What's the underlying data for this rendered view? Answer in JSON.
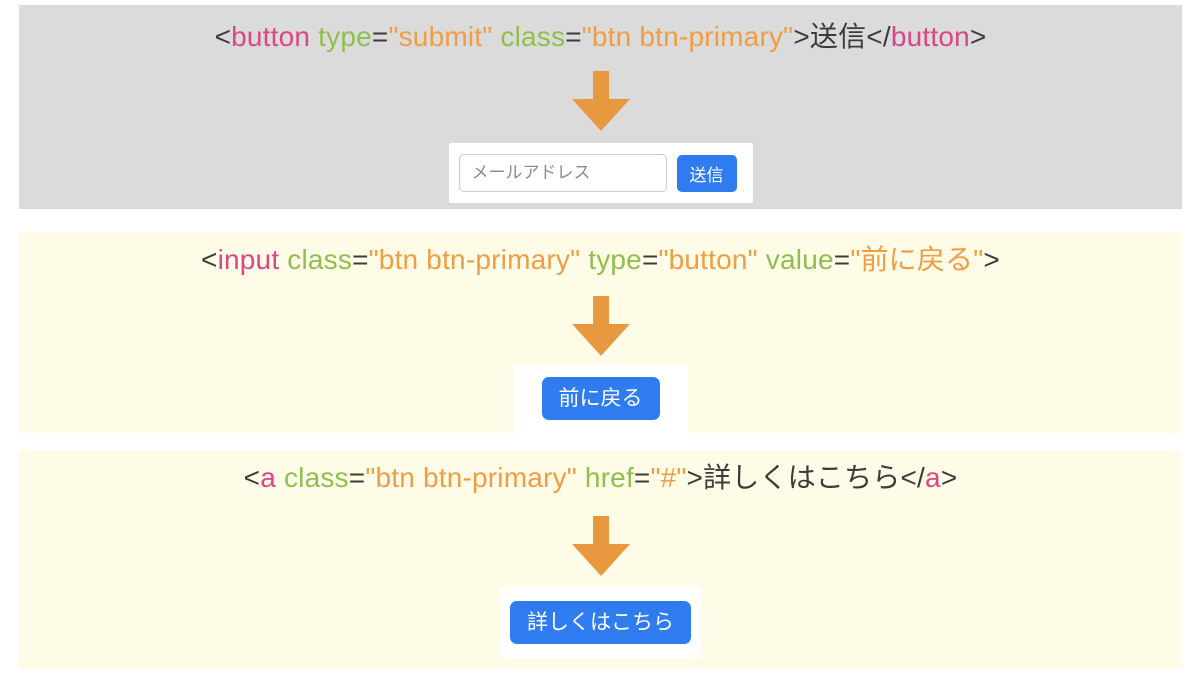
{
  "colors": {
    "tag_pink": "#d9478a",
    "attr_green": "#8fbf4d",
    "value_orange": "#f09d44",
    "code_text": "#3b3b3b",
    "arrow_orange": "#e8993f",
    "button_blue": "#2e7cf0",
    "panel_gray": "#dbdbdb",
    "panel_yellow": "#fefce7",
    "input_border": "#cccccc",
    "placeholder_gray": "#8b8b8b"
  },
  "panels": [
    {
      "name": "button-tag-demo",
      "code": [
        [
          "punct",
          "<"
        ],
        [
          "tag",
          "button"
        ],
        [
          "attr",
          " type"
        ],
        [
          "punct",
          "="
        ],
        [
          "value",
          "\"submit\""
        ],
        [
          "attr",
          " class"
        ],
        [
          "punct",
          "="
        ],
        [
          "value",
          "\"btn btn-primary\""
        ],
        [
          "punct",
          ">送信</"
        ],
        [
          "tag",
          "button"
        ],
        [
          "punct",
          ">"
        ]
      ],
      "result": {
        "input_placeholder": "メールアドレス",
        "button_label": "送信"
      }
    },
    {
      "name": "input-tag-demo",
      "code": [
        [
          "punct",
          "<"
        ],
        [
          "tag",
          "input"
        ],
        [
          "attr",
          " class"
        ],
        [
          "punct",
          "="
        ],
        [
          "value",
          "\"btn btn-primary\""
        ],
        [
          "attr",
          " type"
        ],
        [
          "punct",
          "="
        ],
        [
          "value",
          "\"button\""
        ],
        [
          "attr",
          " value"
        ],
        [
          "punct",
          "="
        ],
        [
          "value",
          "\"前に戻る\""
        ],
        [
          "punct",
          ">"
        ]
      ],
      "result": {
        "button_label": "前に戻る"
      }
    },
    {
      "name": "anchor-tag-demo",
      "code": [
        [
          "punct",
          "<"
        ],
        [
          "tag",
          "a"
        ],
        [
          "attr",
          " class"
        ],
        [
          "punct",
          "="
        ],
        [
          "value",
          "\"btn btn-primary\""
        ],
        [
          "attr",
          " href"
        ],
        [
          "punct",
          "="
        ],
        [
          "value",
          "\"#\""
        ],
        [
          "punct",
          ">詳しくはこちら</"
        ],
        [
          "tag",
          "a"
        ],
        [
          "punct",
          ">"
        ]
      ],
      "result": {
        "button_label": "詳しくはこちら"
      }
    }
  ]
}
